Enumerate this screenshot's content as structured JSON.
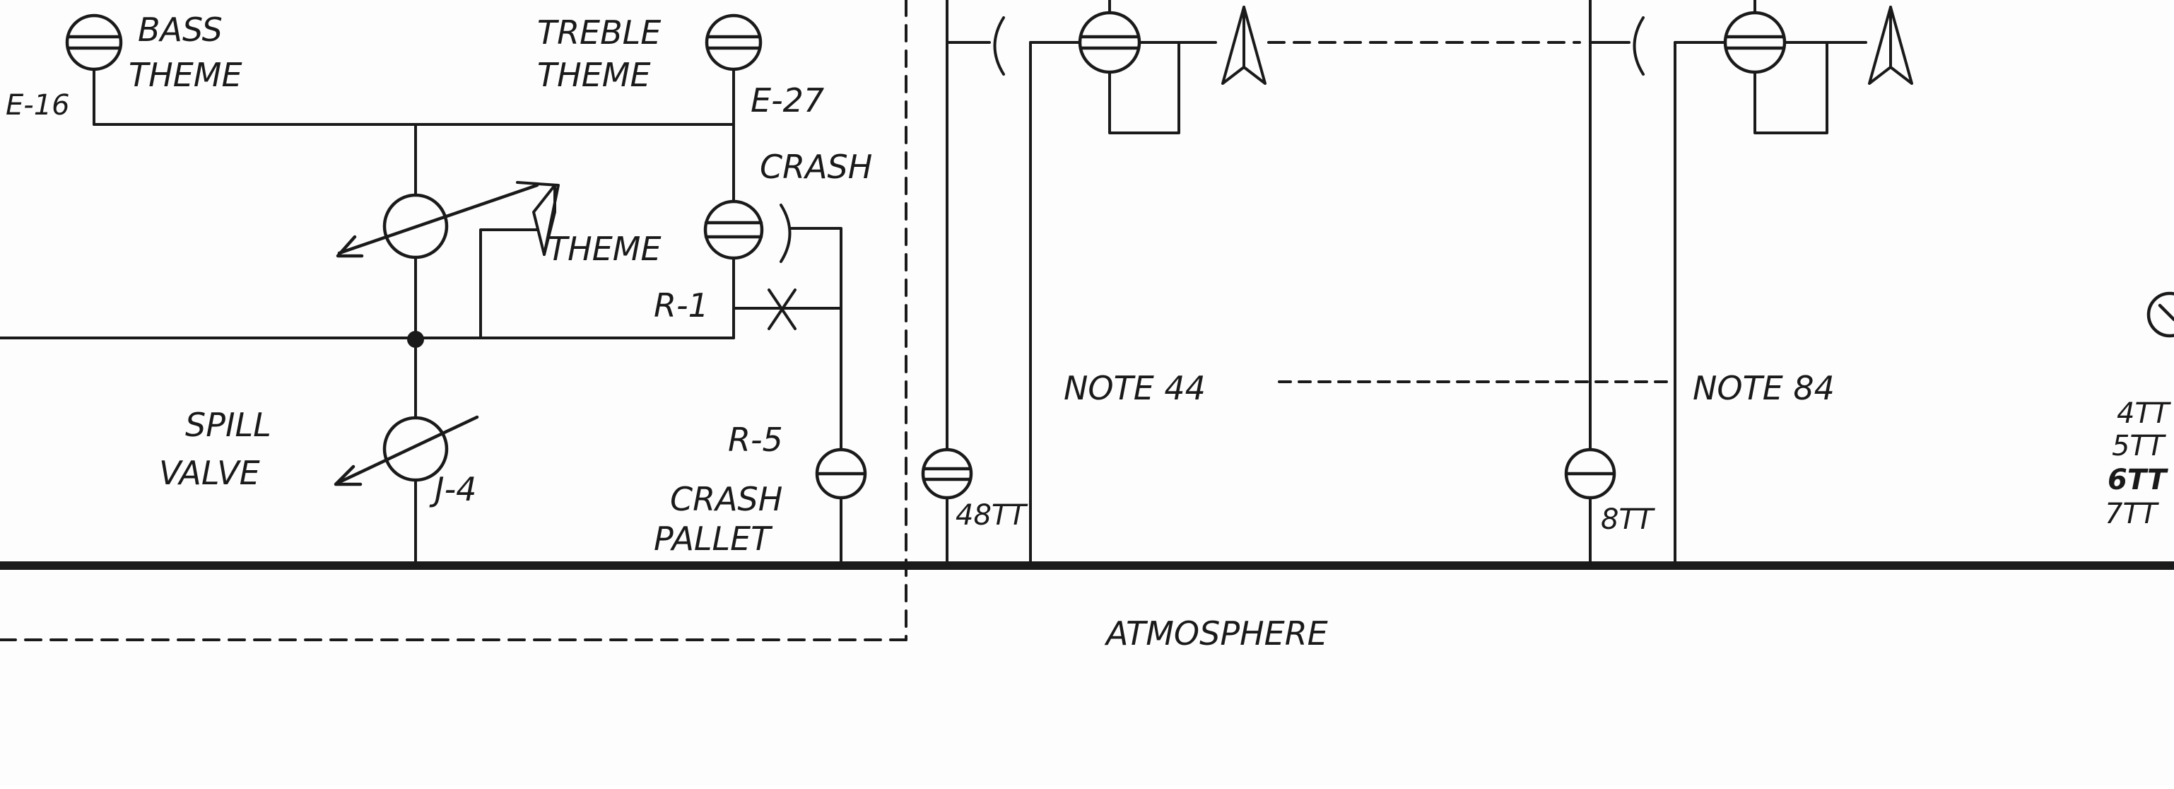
{
  "diagram": {
    "labels": {
      "bass_theme": [
        "BASS",
        "THEME"
      ],
      "bass_code": "E-16",
      "treble_theme": [
        "TREBLE",
        "THEME"
      ],
      "treble_code": "E-27",
      "crash": "CRASH",
      "theme": "THEME",
      "r1": "R-1",
      "spill_valve": [
        "SPILL",
        "VALVE"
      ],
      "j4": "J-4",
      "r5": "R-5",
      "crash_pallet": [
        "CRASH",
        "PALLET"
      ],
      "tt48": "48TT",
      "tt8": "8TT",
      "note44": "NOTE  44",
      "note84": "NOTE  84",
      "atmosphere": "ATMOSPHERE",
      "tt_list": [
        "4TT",
        "5TT",
        "6TT",
        "7TT"
      ]
    },
    "colors": {
      "ink": "#1a1a1a",
      "paper": "#fdfdfd"
    }
  }
}
